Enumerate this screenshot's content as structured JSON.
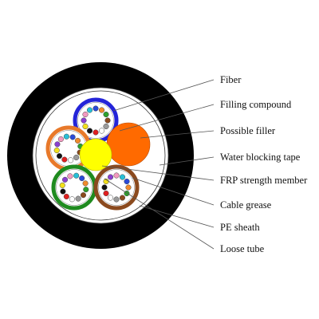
{
  "labels": [
    "Fiber",
    "Filling compound",
    "Possible filler",
    "Water blocking tape",
    "FRP strength member",
    "Cable grease",
    "PE sheath",
    "Loose tube"
  ],
  "components": {
    "sheath": {
      "color": "#000000"
    },
    "water_blocking_tape": {
      "color": "#ffffff"
    },
    "strength_member": {
      "color": "#ffff00"
    },
    "filler": {
      "color": "#ff6a00"
    },
    "loose_tubes": [
      {
        "name": "blue",
        "color": "#2424d8"
      },
      {
        "name": "orange",
        "color": "#e8792a"
      },
      {
        "name": "green",
        "color": "#1f8b1f"
      },
      {
        "name": "brown",
        "color": "#8b4a1e"
      }
    ],
    "fiber_colors": [
      "#2a4ad8",
      "#f08a2c",
      "#2da02d",
      "#8b4a1e",
      "#9a9a9a",
      "#ffffff",
      "#e02020",
      "#111111",
      "#f2e01a",
      "#8a3fd0",
      "#f29ac0",
      "#27c0d8"
    ]
  }
}
